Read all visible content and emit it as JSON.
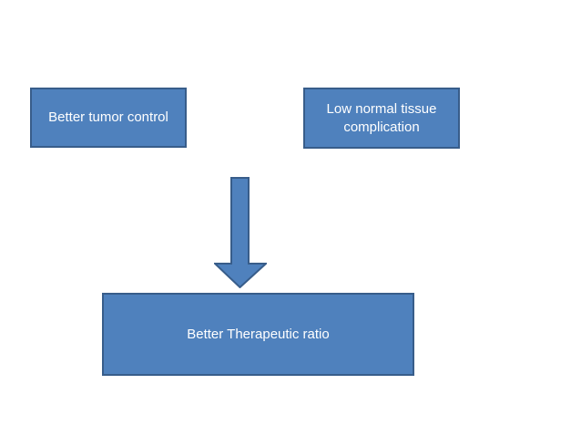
{
  "diagram": {
    "colors": {
      "box_fill": "#4f81bd",
      "box_border": "#385d8a",
      "text": "#ffffff",
      "background": "#ffffff"
    },
    "boxes": [
      {
        "id": "better-tumor-control",
        "label": "Better tumor control"
      },
      {
        "id": "low-normal-tissue-complication",
        "label": "Low normal tissue complication"
      },
      {
        "id": "better-therapeutic-ratio",
        "label": "Better Therapeutic ratio"
      }
    ],
    "arrow": {
      "name": "down-block-arrow",
      "direction": "down"
    }
  }
}
